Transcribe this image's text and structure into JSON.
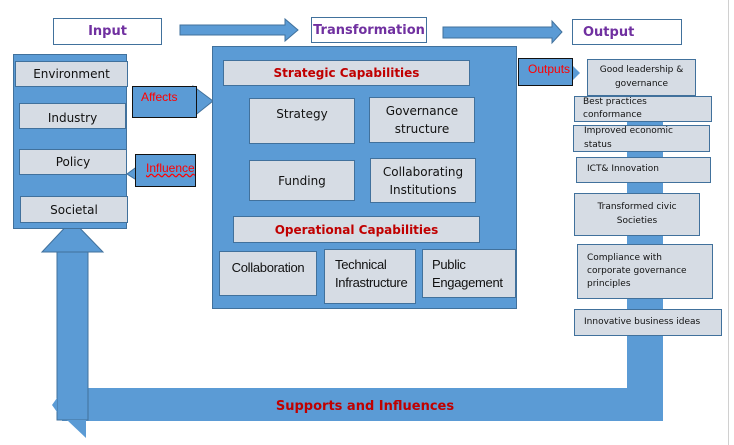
{
  "headers": {
    "input": "Input",
    "transformation": "Transformation",
    "output": "Output"
  },
  "inputs": {
    "items": [
      "Environment",
      "Industry",
      "Policy",
      "Societal"
    ]
  },
  "connectors": {
    "affects": "Affects",
    "influence": "Influence",
    "outputs": "Outputs",
    "feedback": "Supports and Influences"
  },
  "transformation": {
    "strategic_title": "Strategic Capabilities",
    "strategic_items": [
      "Strategy",
      "Governance structure",
      "Funding",
      "Collaborating Institutions"
    ],
    "operational_title": "Operational Capabilities",
    "operational_items": [
      "Collaboration",
      "Technical Infrastructure",
      "Public Engagement"
    ]
  },
  "outputs": {
    "items": [
      "Good leadership & governance",
      "Best practices   conformance",
      "Improved economic status",
      "ICT& Innovation",
      "Transformed civic Societies",
      "Compliance with corporate governance principles",
      "Innovative business ideas"
    ]
  },
  "colors": {
    "shape_fill": "#5b9bd5",
    "box_fill": "#d6dce4",
    "header_text": "#7030a0",
    "title_text": "#c00000",
    "label_text": "#ff0000"
  }
}
